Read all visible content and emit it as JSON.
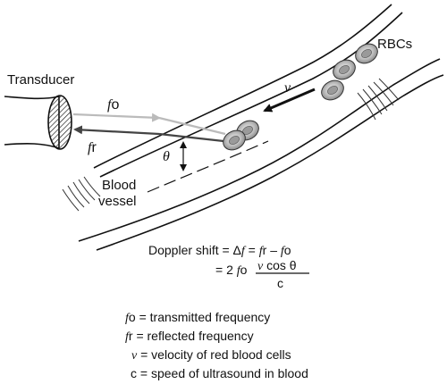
{
  "labels": {
    "transducer": "Transducer",
    "rbcs": "RBCs",
    "blood_vessel_line1": "Blood",
    "blood_vessel_line2": "vessel",
    "fo_symbol": "f",
    "fo_sub": "o",
    "fr_symbol": "f",
    "fr_sub": "r",
    "v_symbol": "v",
    "theta_symbol": "θ"
  },
  "equation": {
    "line1_prefix": "Doppler shift = Δ",
    "line1_f": "f",
    "line1_eq": " = ",
    "line1_fr_f": "f",
    "line1_fr_sub": "r",
    "line1_minus": " – ",
    "line1_fo_f": "f",
    "line1_fo_sub": "o",
    "line2_prefix": "= 2 ",
    "line2_f": "f",
    "line2_sub": "o",
    "numerator_v": "v",
    "numerator_rest": " cos θ",
    "denominator": "c"
  },
  "legend": [
    {
      "symbol": "f",
      "sub": "o",
      "text": " = transmitted frequency"
    },
    {
      "symbol": "f",
      "sub": "r",
      "text": "  = reflected frequency"
    },
    {
      "symbol": "v",
      "sub": "",
      "text": " = velocity of red blood cells"
    },
    {
      "symbol": "",
      "sub": "c",
      "text": " = speed of ultrasound in blood"
    }
  ]
}
